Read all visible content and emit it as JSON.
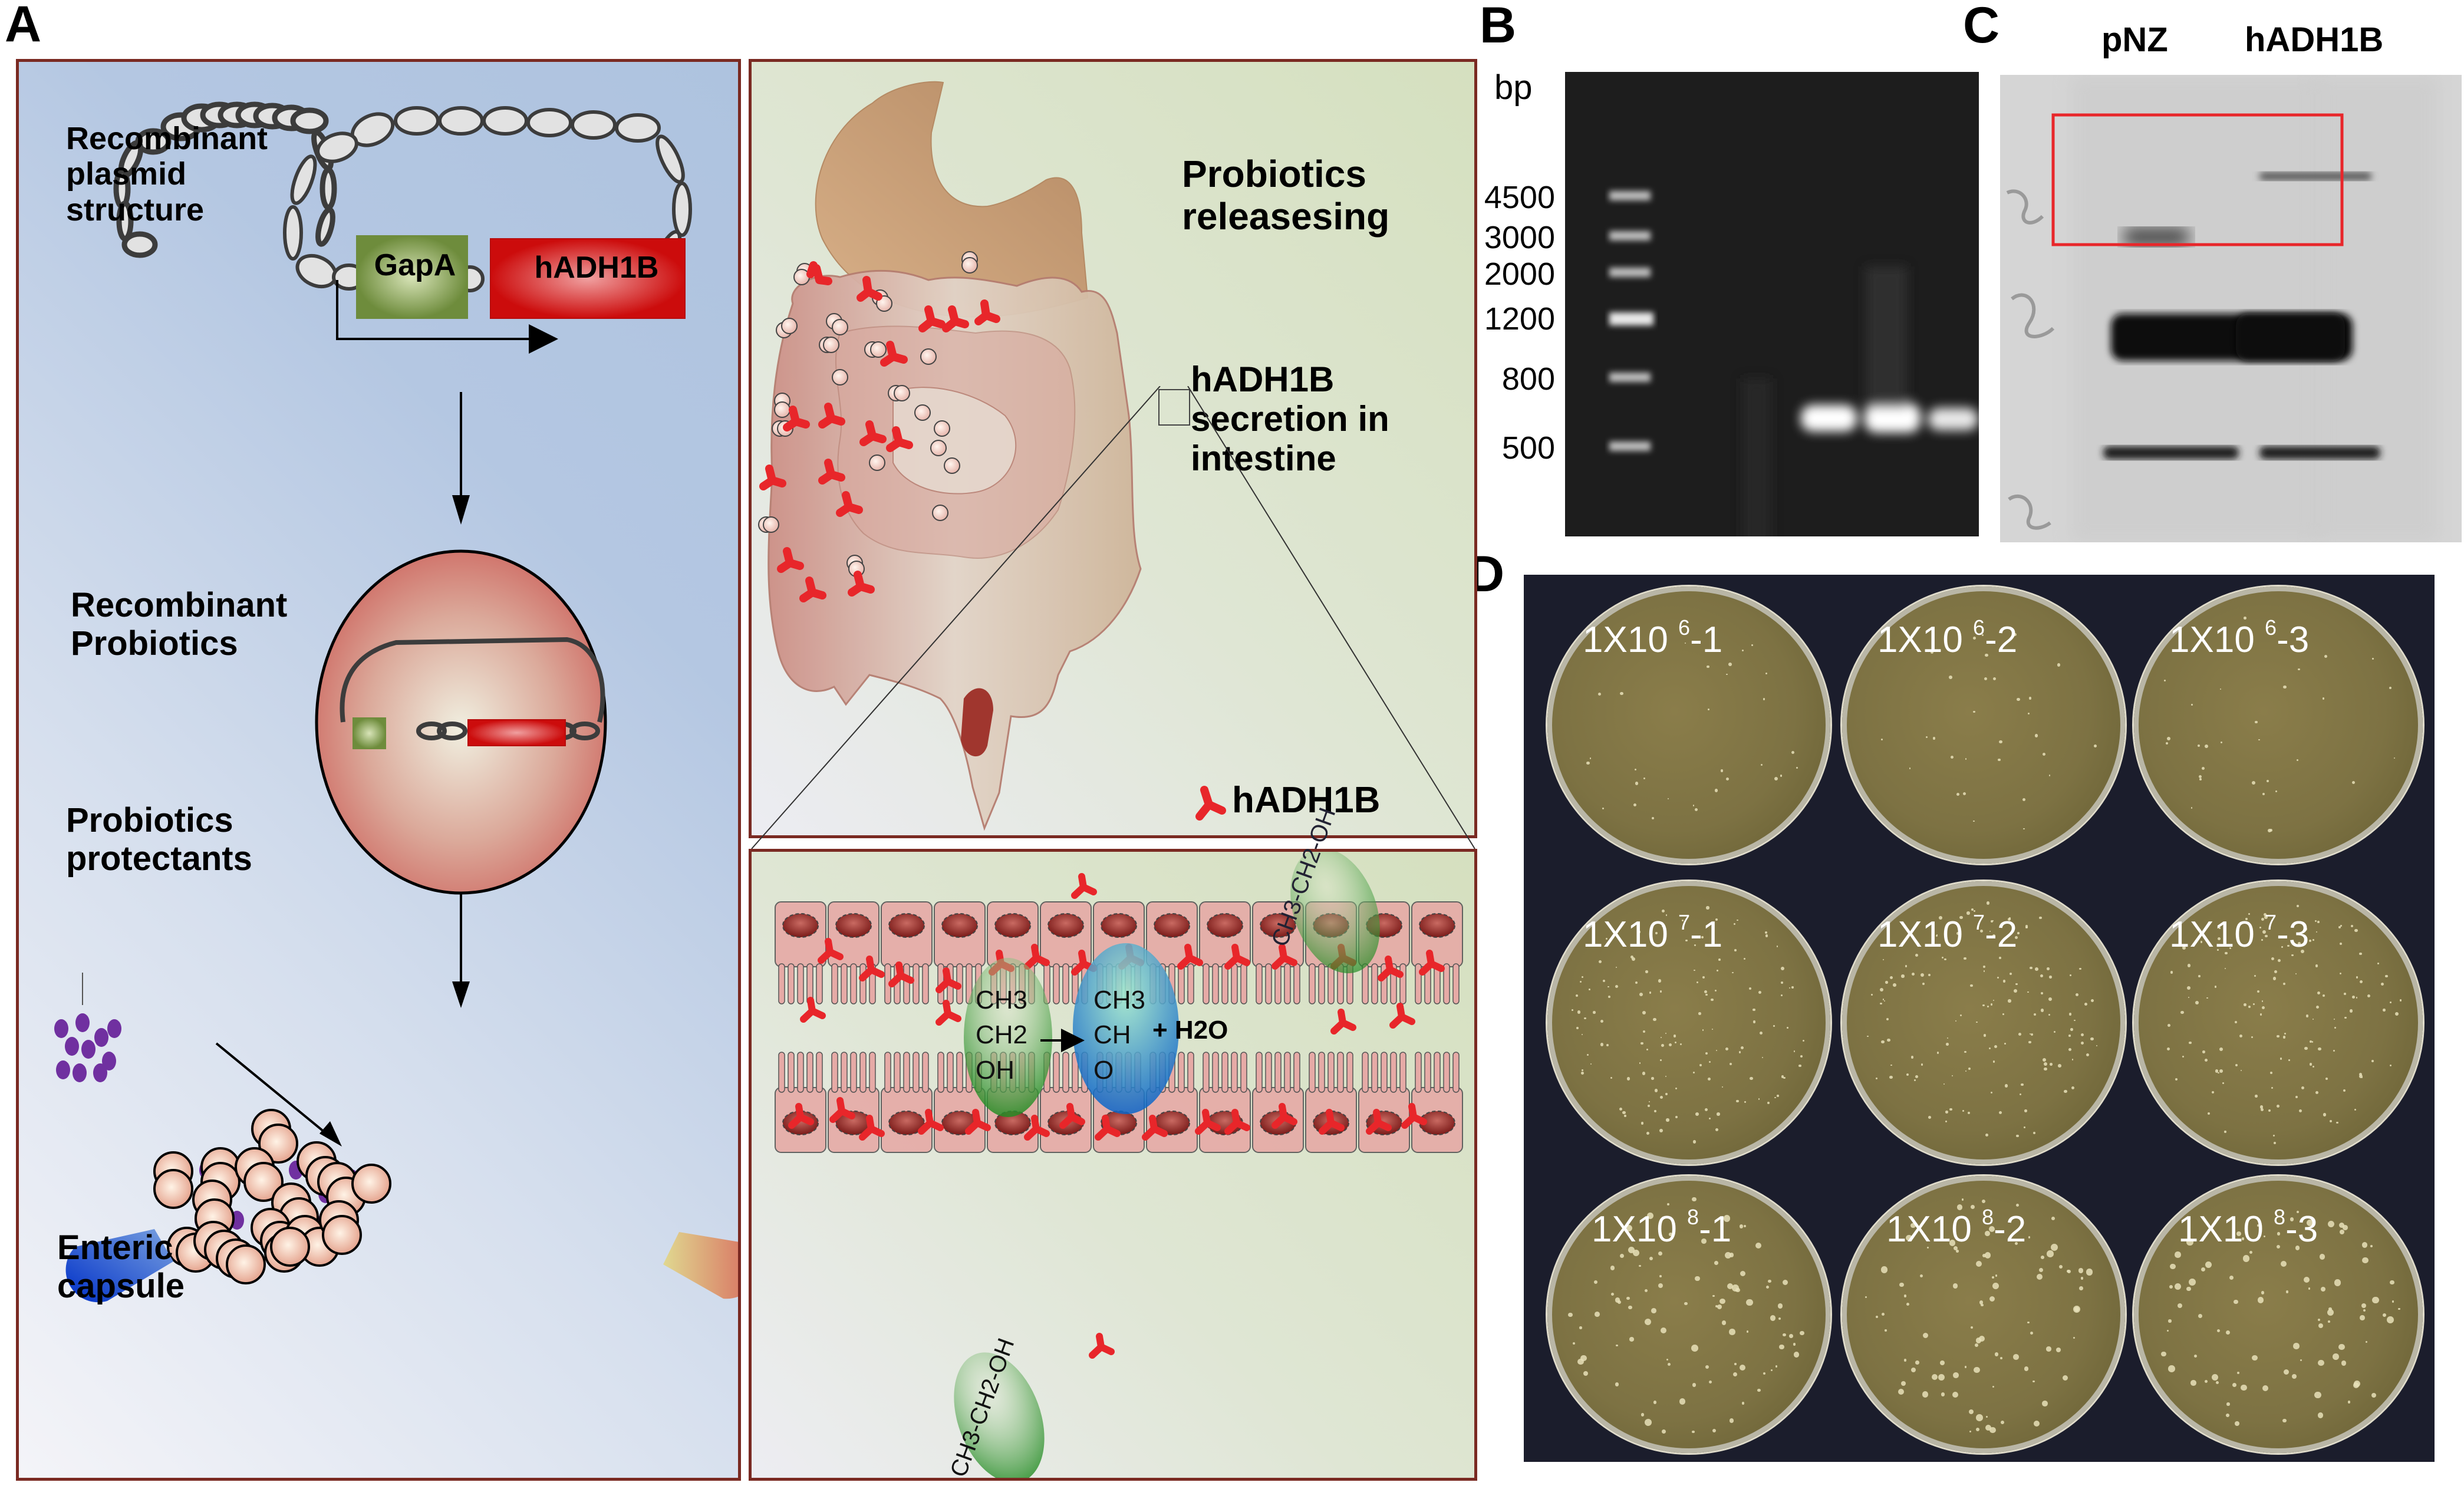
{
  "panels": {
    "A": {
      "letter": "A",
      "plasmid_label": [
        "Recombinant",
        "plasmid",
        "structure"
      ],
      "promoter_label": "GapA",
      "gene_label": "hADH1B",
      "probiotic_label": [
        "Recombinant",
        "Probiotics"
      ],
      "protectant_label": [
        "Probiotics",
        "protectants"
      ],
      "capsule_label": [
        "Enteric",
        "capsule"
      ],
      "intestine": {
        "release_label": [
          "Probiotics",
          "releasesing"
        ],
        "secretion_label": [
          "hADH1B",
          "secretion in",
          "intestine"
        ],
        "legend_label": "hADH1B"
      },
      "reaction": {
        "substrate": [
          "CH3",
          "CH2",
          "OH"
        ],
        "product": [
          "CH3",
          "CH",
          "O"
        ],
        "byproduct": "+ H2O"
      }
    },
    "B": {
      "letter": "B",
      "unit_label": "bp",
      "ladder": [
        "4500",
        "3000",
        "2000",
        "1200",
        "800",
        "500"
      ]
    },
    "C": {
      "letter": "C",
      "lanes": [
        "pNZ",
        "hADH1B"
      ],
      "highlight_color": "#e8262a"
    },
    "D": {
      "letter": "D",
      "plates": [
        {
          "base": "1X10 ",
          "exp": "6",
          "suffix": "-1"
        },
        {
          "base": "1X10 ",
          "exp": "6",
          "suffix": "-2"
        },
        {
          "base": "1X10 ",
          "exp": "6",
          "suffix": "-3"
        },
        {
          "base": "1X10 ",
          "exp": "7",
          "suffix": "-1"
        },
        {
          "base": "1X10 ",
          "exp": "7",
          "suffix": "-2"
        },
        {
          "base": "1X10 ",
          "exp": "7",
          "suffix": "-3"
        },
        {
          "base": "1X10 ",
          "exp": "8",
          "suffix": "-1"
        },
        {
          "base": "1X10 ",
          "exp": "8",
          "suffix": "-2"
        },
        {
          "base": "1X10 ",
          "exp": "8",
          "suffix": "-3"
        }
      ]
    }
  },
  "colors": {
    "panel_border": "#7a2a22",
    "gene_red": "#d01818",
    "promoter_green": "#6e8c3c",
    "hadh_red": "#e8262a",
    "protectant_purple": "#7030a0"
  }
}
